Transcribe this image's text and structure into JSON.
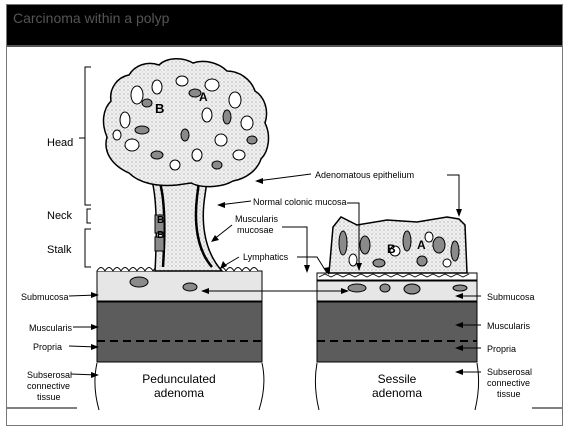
{
  "slide": {
    "title": "Carcinoma within a polyp"
  },
  "labels": {
    "head": "Head",
    "neck": "Neck",
    "stalk": "Stalk",
    "submucosa_left": "Submucosa",
    "muscularis_left": "Muscularis",
    "propria_left": "Propria",
    "subserosal_left_1": "Subserosal",
    "subserosal_left_2": "connective",
    "subserosal_left_3": "tissue",
    "adenomatous_epithelium": "Adenomatous epithelium",
    "normal_colonic_mucosa": "Normal colonic mucosa",
    "muscularis_mucosae_1": "Muscularis",
    "muscularis_mucosae_2": "mucosae",
    "lymphatics": "Lymphatics",
    "submucosa_right": "Submucosa",
    "muscularis_right": "Muscularis",
    "propria_right": "Propria",
    "subserosal_right_1": "Subserosal",
    "subserosal_right_2": "connective",
    "subserosal_right_3": "tissue",
    "pedunculated_1": "Pedunculated",
    "pedunculated_2": "adenoma",
    "sessile_1": "Sessile",
    "sessile_2": "adenoma",
    "letter_a": "A",
    "letter_b": "B"
  },
  "colors": {
    "title_bar": "#000000",
    "title_text": "#555555",
    "muscle_band": "#5c5c5c",
    "submucosa": "#e6e6e6",
    "gland_fill": "#8a8a8a"
  }
}
